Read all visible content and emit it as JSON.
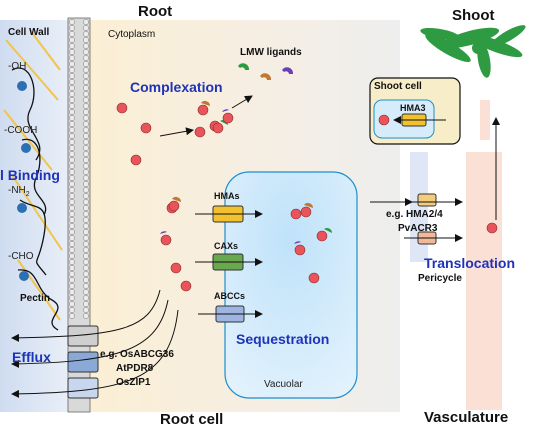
{
  "titles": {
    "root": "Root",
    "shoot": "Shoot",
    "root_cell": "Root cell",
    "vasculature": "Vasculature"
  },
  "regions": {
    "cell_wall": "Cell Wall",
    "cytoplasm": "Cytoplasm",
    "shoot_cell": "Shoot cell",
    "vacuolar": "Vacuolar",
    "pericycle": "Pericycle"
  },
  "groups": {
    "oh": "-OH",
    "cooh": "-COOH",
    "nh2": "-NH",
    "nh2_sub": "2",
    "cho": "-CHO",
    "pectin": "Pectin"
  },
  "processes": {
    "binding": "l Binding",
    "complexation": "Complexation",
    "sequestration": "Sequestration",
    "efflux": "Efflux",
    "translocation": "Translocation"
  },
  "ligands": "LMW ligands",
  "transporters": {
    "hmas": "HMAs",
    "caxs": "CAXs",
    "abccs": "ABCCs",
    "hma3": "HMA3",
    "hma24": "e.g. HMA2/4",
    "pvacr3": "PvACR3",
    "efflux_1": "e.g. OsABCG36",
    "efflux_2": "AtPDR8",
    "efflux_3": "OsZIP1"
  },
  "colors": {
    "process_blue": "#1f33b8",
    "metal_red": "#e8545a",
    "hma_yellow": "#f2c12e",
    "cax_green": "#6aa84f",
    "abcc_blue": "#9db5e0",
    "vacuole_fill": "#d6ecfb",
    "vacuole_border": "#1a8fcf",
    "shoot_green": "#2e9b43",
    "cell_wall_blue": "#dbe7f6"
  }
}
